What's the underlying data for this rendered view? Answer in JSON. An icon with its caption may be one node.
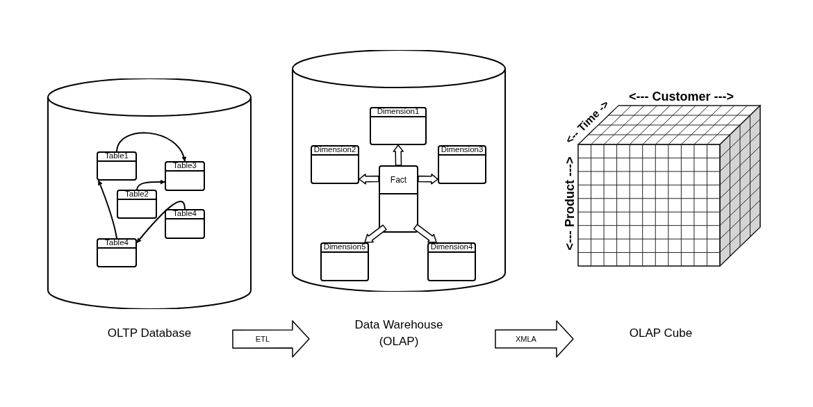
{
  "diagram": {
    "nodes": [
      {
        "text": [],
        "shape": "cylinder",
        "beside": [
          "OLTP Database"
        ]
      },
      {
        "text": [
          "Table1"
        ],
        "in": 0
      },
      {
        "text": [
          "Table3"
        ],
        "in": 0
      },
      {
        "text": [
          "Table2"
        ],
        "in": 0
      },
      {
        "text": [
          "Table4"
        ],
        "in": 0
      },
      {
        "text": [
          "Table4"
        ],
        "in": 0
      },
      {
        "text": [],
        "shape": "cylinder",
        "beside": [
          "Data Warehouse (OLAP)"
        ]
      },
      {
        "text": [
          "Dimension1"
        ],
        "in": 6
      },
      {
        "text": [
          "Dimension2"
        ],
        "in": 6
      },
      {
        "text": [
          "Dimension3"
        ],
        "in": 6
      },
      {
        "text": [
          "Fact"
        ],
        "in": 6
      },
      {
        "text": [
          "Dimension5"
        ],
        "in": 6
      },
      {
        "text": [
          "Dimension4"
        ],
        "in": 6
      },
      {
        "text": [],
        "shape": "cube",
        "beside": [
          "<--- Customer --->",
          "<-- Time ->",
          "<--- Product --->"
        ]
      }
    ],
    "edges": [
      {
        "from": 1,
        "to": 2,
        "arrow": "to"
      },
      {
        "from": 3,
        "to": 2,
        "arrow": "to"
      },
      {
        "from": 5,
        "to": 1,
        "arrow": "to"
      },
      {
        "from": 4,
        "to": 5,
        "arrow": "to"
      },
      {
        "from": 10,
        "to": 7,
        "arrow": "to",
        "style": "thick"
      },
      {
        "from": 10,
        "to": 8,
        "arrow": "to",
        "style": "thick"
      },
      {
        "from": 10,
        "to": 9,
        "arrow": "to",
        "style": "thick"
      },
      {
        "from": 10,
        "to": 11,
        "arrow": "to",
        "style": "thick"
      },
      {
        "from": 10,
        "to": 12,
        "arrow": "to",
        "style": "thick"
      },
      {
        "from": 0,
        "to": 6,
        "arrow": "to",
        "label": "ETL",
        "style": "thick"
      },
      {
        "from": 6,
        "to": 13,
        "arrow": "to",
        "label": "XMLA",
        "style": "thick"
      }
    ],
    "labels": [
      "OLAP Cube"
    ]
  }
}
